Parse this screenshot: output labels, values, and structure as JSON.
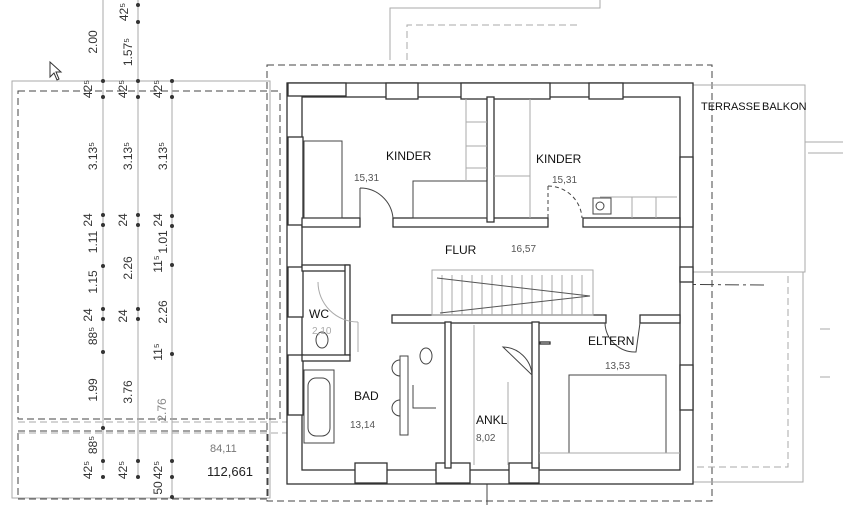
{
  "plan": {
    "rooms": {
      "kinder1": {
        "name": "KINDER",
        "area": "15,31"
      },
      "kinder2": {
        "name": "KINDER",
        "area": "15,31"
      },
      "flur": {
        "name": "FLUR",
        "area": "16,57"
      },
      "wc": {
        "name": "WC",
        "area": "2,10"
      },
      "bad": {
        "name": "BAD",
        "area": "13,14"
      },
      "ankl": {
        "name": "ANKL",
        "area": "8,02"
      },
      "eltern": {
        "name": "ELTERN",
        "area": "13,53"
      },
      "terrasse": {
        "name": "TERRASSE"
      },
      "balkon": {
        "name": "BALKON"
      }
    },
    "totals": {
      "area_a": "84,11",
      "area_b": "112,661"
    },
    "dimensions": {
      "col1": [
        "2.00",
        "42⁵",
        "3.13⁵",
        "24",
        "1.11",
        "1.15",
        "24",
        "88⁵",
        "1.99",
        "88⁵",
        "42⁵"
      ],
      "col2": [
        "42⁵",
        "1.57⁵",
        "42⁵",
        "3.13⁵",
        "24",
        "2.26",
        "24",
        "3.76",
        "42⁵"
      ],
      "col3": [
        "42⁵",
        "3.13⁵",
        "24",
        "1.01",
        "11⁵",
        "2.26",
        "11⁵",
        "2.76",
        "42⁵",
        "50"
      ]
    }
  }
}
